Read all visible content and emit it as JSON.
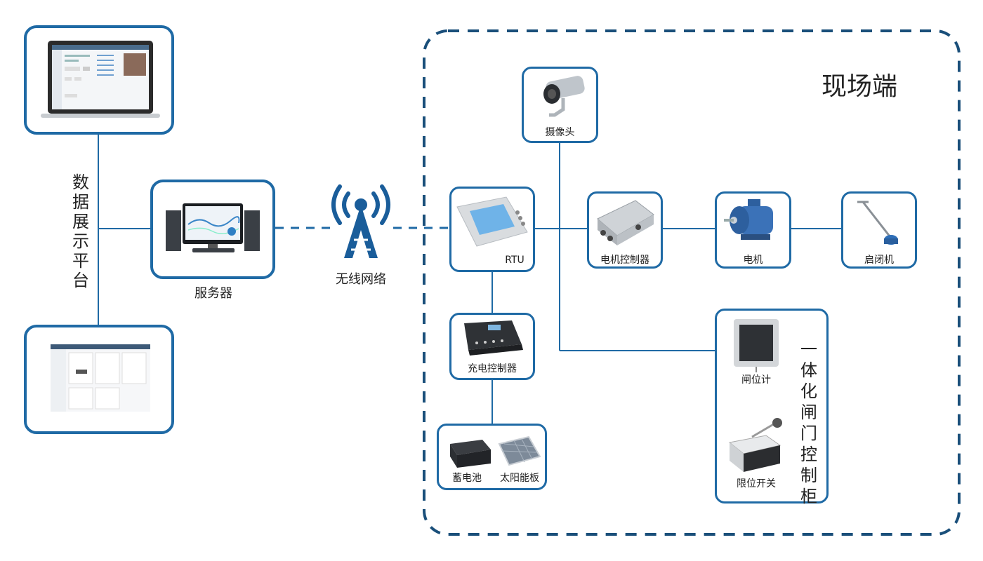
{
  "platform": {
    "label": "数据展示平台"
  },
  "server": {
    "label": "服务器"
  },
  "wireless": {
    "label": "无线网络"
  },
  "field": {
    "title": "现场端",
    "camera": "摄像头",
    "rtu": "RTU",
    "motor_controller": "电机控制器",
    "motor": "电机",
    "hoist": "启闭机",
    "charge_controller": "充电控制器",
    "battery": "蓄电池",
    "solar_panel": "太阳能板",
    "cabinet": {
      "title": "一体化闸门控制柜",
      "gate_meter": "闸位计",
      "limit_switch": "限位开关"
    }
  },
  "colors": {
    "accent": "#1f6aa5",
    "dashed": "#1a4f7a"
  }
}
